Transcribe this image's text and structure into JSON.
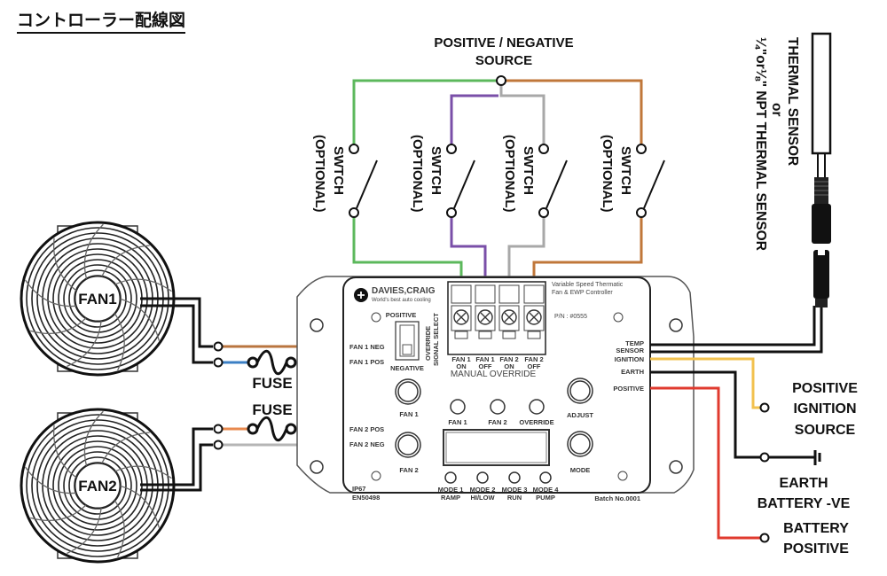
{
  "title": "コントローラー配線図",
  "source": {
    "line1": "POSITIVE / NEGATIVE",
    "line2": "SOURCE"
  },
  "switches": [
    {
      "label": "SWTCH",
      "sub": "(OPTIONAL)",
      "wire_color": "#5cb85c"
    },
    {
      "label": "SWTCH",
      "sub": "(OPTIONAL)",
      "wire_color": "#7a4fa8"
    },
    {
      "label": "SWTCH",
      "sub": "(OPTIONAL)",
      "wire_color": "#a8a8a8"
    },
    {
      "label": "SWTCH",
      "sub": "(OPTIONAL)",
      "wire_color": "#c0773a"
    }
  ],
  "fans": [
    {
      "label": "FAN1"
    },
    {
      "label": "FAN2"
    }
  ],
  "fuse_label": "FUSE",
  "sensor": {
    "line1": "THERMAL SENSOR",
    "line2": "or",
    "line3": "¼\"or⅛\"  NPT THERMAL SENSOR"
  },
  "controller": {
    "brand": "DAVIES,CRAIG",
    "tagline": "World's best auto cooling",
    "product_line1": "Variable Speed Thermatic",
    "product_line2": "Fan & EWP Controller",
    "part_number": "P/N : #0555",
    "switch_top": "POSITIVE",
    "switch_bottom": "NEGATIVE",
    "switch_side1": "OVERRIDE",
    "switch_side2": "SIGNAL SELECT",
    "override_terminals": [
      {
        "l1": "FAN 1",
        "l2": "ON"
      },
      {
        "l1": "FAN 1",
        "l2": "OFF"
      },
      {
        "l1": "FAN 2",
        "l2": "ON"
      },
      {
        "l1": "FAN 2",
        "l2": "OFF"
      }
    ],
    "manual_override": "MANUAL  OVERRIDE",
    "left_terminals": [
      "FAN 1 NEG",
      "FAN 1 POS",
      "FAN 2 POS",
      "FAN 2 NEG"
    ],
    "right_terminals": [
      "TEMP",
      "SENSOR",
      "IGNITION",
      "EARTH",
      "POSITIVE"
    ],
    "buttons": {
      "fan1": "FAN 1",
      "fan2": "FAN 2",
      "adjust": "ADJUST",
      "mode": "MODE"
    },
    "leds_top": [
      "FAN 1",
      "FAN 2",
      "OVERRIDE"
    ],
    "leds_bottom": [
      {
        "l1": "MODE 1",
        "l2": "RAMP"
      },
      {
        "l1": "MODE 2",
        "l2": "HI/LOW"
      },
      {
        "l1": "MODE 3",
        "l2": "RUN"
      },
      {
        "l1": "MODE 4",
        "l2": "PUMP"
      }
    ],
    "ip_rating": "IP67",
    "standard": "EN50498",
    "batch": "Batch No.0001"
  },
  "connections": {
    "ignition": {
      "l1": "POSITIVE",
      "l2": "IGNITION",
      "l3": "SOURCE",
      "color": "#f2c14e"
    },
    "earth": {
      "l1": "EARTH",
      "l2": "BATTERY -VE",
      "color": "#111111"
    },
    "battery": {
      "l1": "BATTERY",
      "l2": "POSITIVE",
      "color": "#e03a2e"
    }
  },
  "wire_colors": {
    "fan1_neg": "#b9753f",
    "fan1_pos": "#3b7fc4",
    "fan2_pos": "#e8894e",
    "fan2_neg": "#b5b5b5"
  }
}
